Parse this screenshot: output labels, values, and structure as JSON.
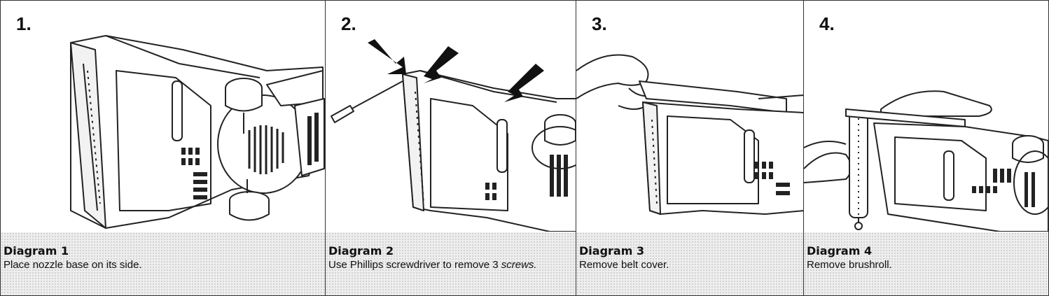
{
  "panels": [
    {
      "number": "1.",
      "title": "Diagram 1",
      "text": "Place nozzle base on its side.",
      "text_italic": ""
    },
    {
      "number": "2.",
      "title": "Diagram 2",
      "text": "Use Phillips screwdriver to remove 3 ",
      "text_italic": "screws."
    },
    {
      "number": "3.",
      "title": "Diagram 3",
      "text": "Remove belt cover.",
      "text_italic": ""
    },
    {
      "number": "4.",
      "title": "Diagram 4",
      "text": "Remove brushroll.",
      "text_italic": ""
    }
  ]
}
